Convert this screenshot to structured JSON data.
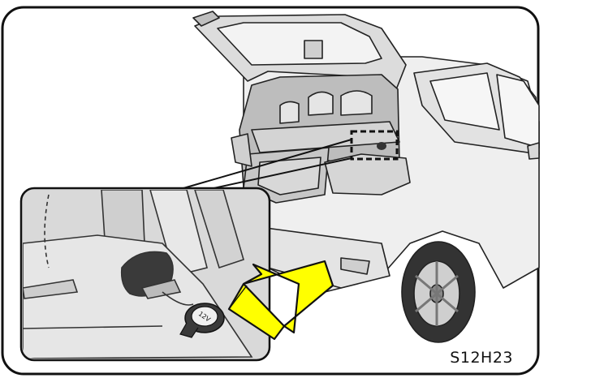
{
  "figure": {
    "code": "S12H23",
    "inset_socket_label": "12V"
  },
  "colors": {
    "frame": "#111111",
    "car_body": "#ebebeb",
    "inset_bg": "#d9d9d9",
    "arrow_fill": "#ffff00",
    "highlight_box": "#111111"
  },
  "icons": [
    "car-rear-illustration",
    "power-socket-icon",
    "callout-arrow-icon",
    "highlight-box"
  ]
}
